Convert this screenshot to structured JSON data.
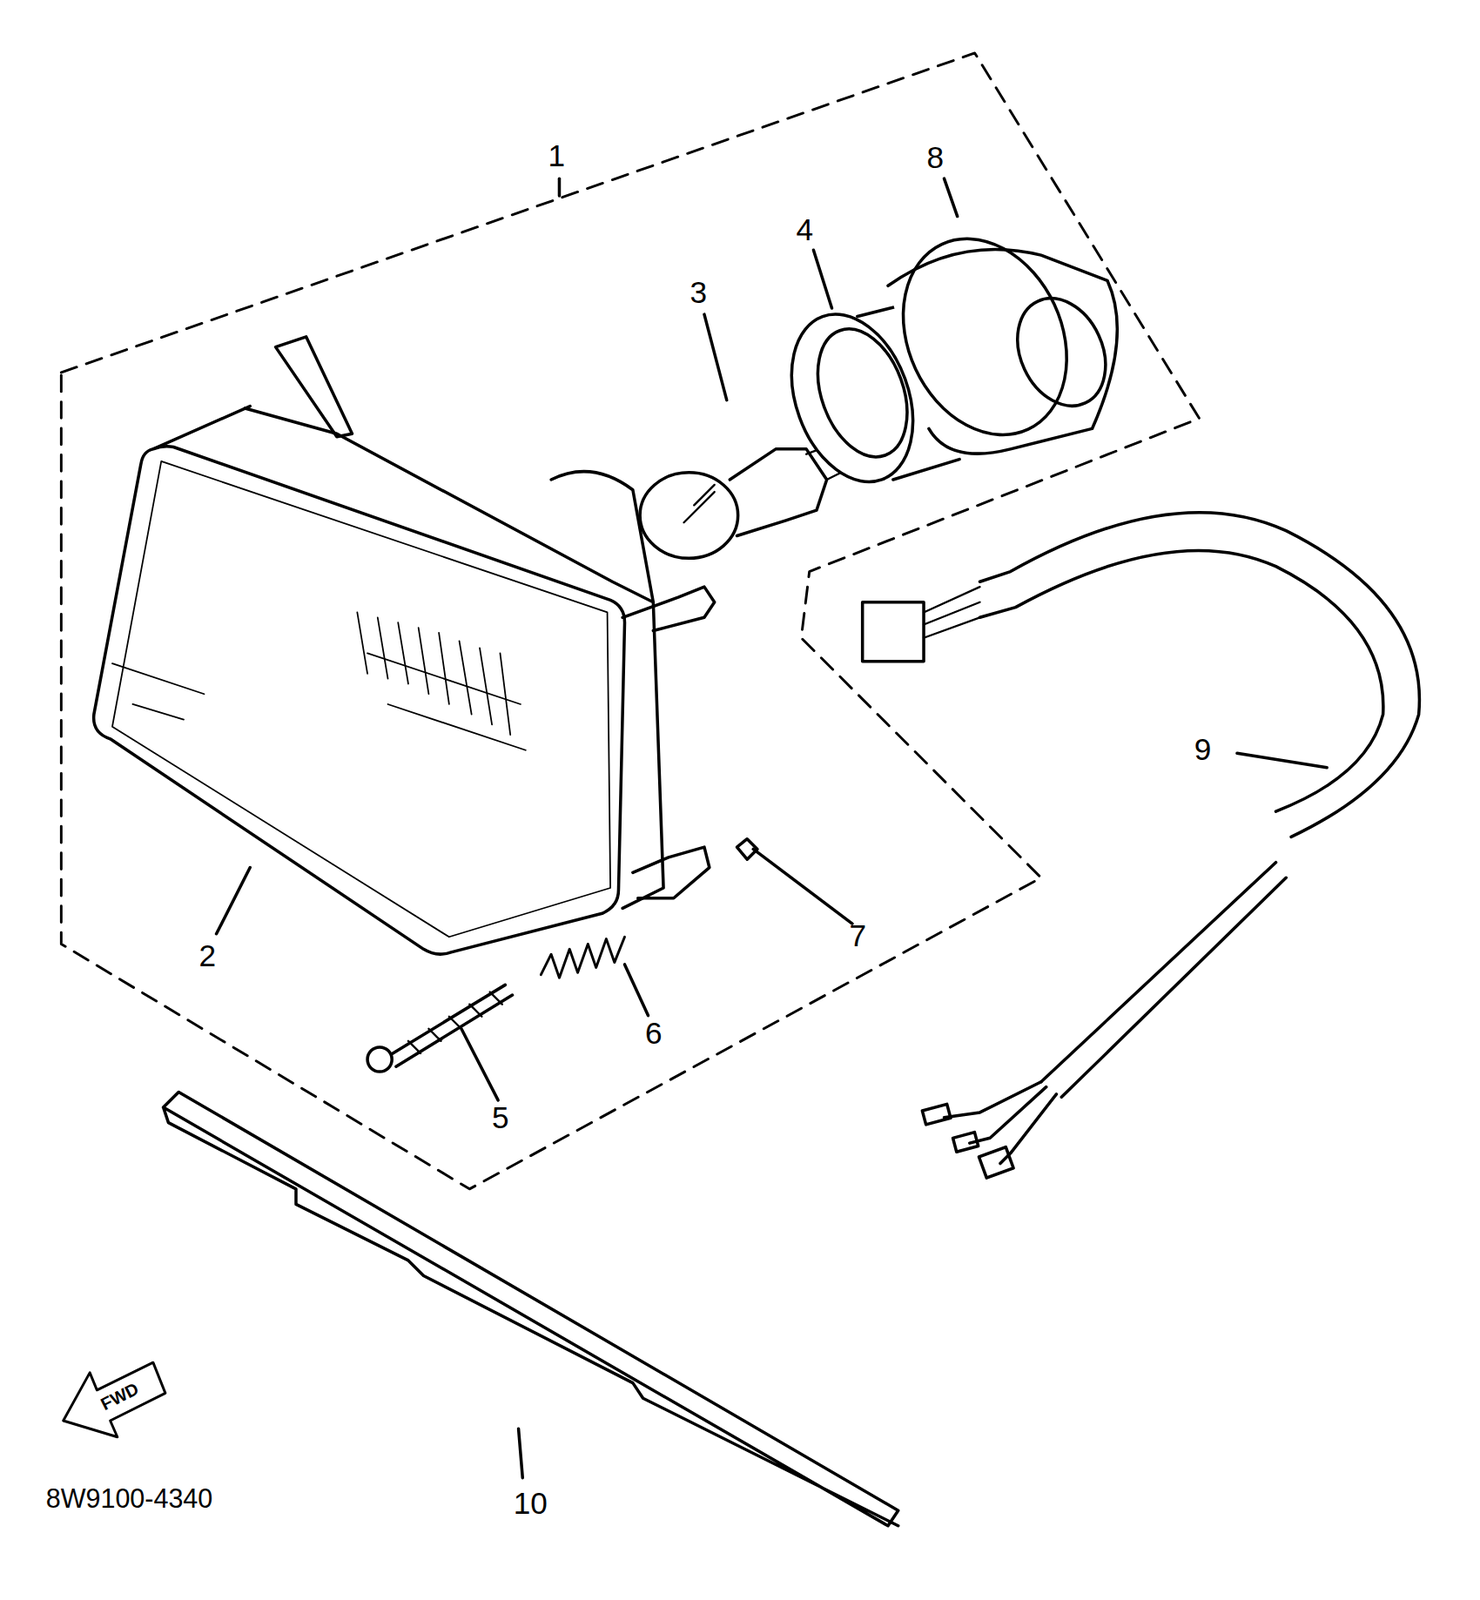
{
  "diagram": {
    "labels": [
      "1",
      "8",
      "4",
      "3",
      "9",
      "7",
      "2",
      "6",
      "5",
      "10",
      "FWD",
      "8W9100-4340"
    ]
  }
}
